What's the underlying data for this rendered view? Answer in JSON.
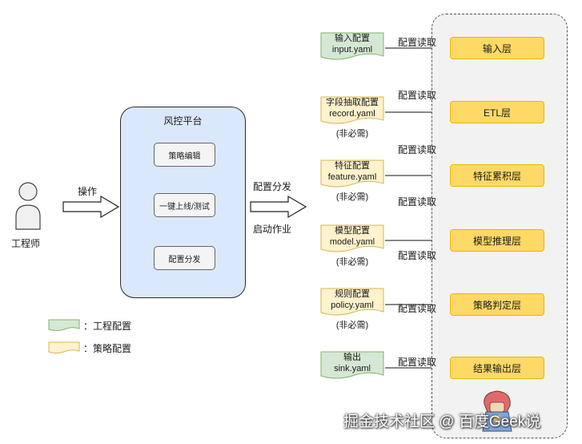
{
  "actor": {
    "label": "工程师",
    "operate_label": "操作"
  },
  "platform": {
    "title": "风控平台",
    "steps": [
      "策略编辑",
      "一键上线/测试",
      "配置分发"
    ]
  },
  "dispatch_labels": [
    "配置分发",
    "启动作业"
  ],
  "configs": [
    {
      "line1": "输入配置",
      "line2": "input.yaml",
      "optional": "",
      "kind": "engineering",
      "read_label": "配置读取"
    },
    {
      "line1": "字段抽取配置",
      "line2": "record.yaml",
      "optional": "(非必需)",
      "kind": "strategy",
      "read_label": "配置读取"
    },
    {
      "line1": "特征配置",
      "line2": "feature.yaml",
      "optional": "(非必需)",
      "kind": "strategy",
      "read_label": "配置读取"
    },
    {
      "line1": "模型配置",
      "line2": "model.yaml",
      "optional": "(非必需)",
      "kind": "strategy",
      "read_label": "配置读取"
    },
    {
      "line1": "规则配置",
      "line2": "policy.yaml",
      "optional": "(非必需)",
      "kind": "strategy",
      "read_label": "配置读取"
    },
    {
      "line1": "输出",
      "line2": "sink.yaml",
      "optional": "",
      "kind": "engineering",
      "read_label": "配置读取"
    }
  ],
  "layers": [
    "输入层",
    "ETL层",
    "特征累积层",
    "模型推理层",
    "策略判定层",
    "结果输出层"
  ],
  "legend": [
    {
      "label": "：工程配置",
      "color": "#d5e8d4",
      "border": "#82b366"
    },
    {
      "label": "：策略配置",
      "color": "#fff2cc",
      "border": "#d6b656"
    }
  ],
  "watermark": "掘金技术社区 @ 百度Geek说",
  "colors": {
    "platform_fill": "#dae8fc",
    "layer_fill": "#ffd966",
    "engineering_doc": "#d5e8d4",
    "strategy_doc": "#fff2cc"
  }
}
